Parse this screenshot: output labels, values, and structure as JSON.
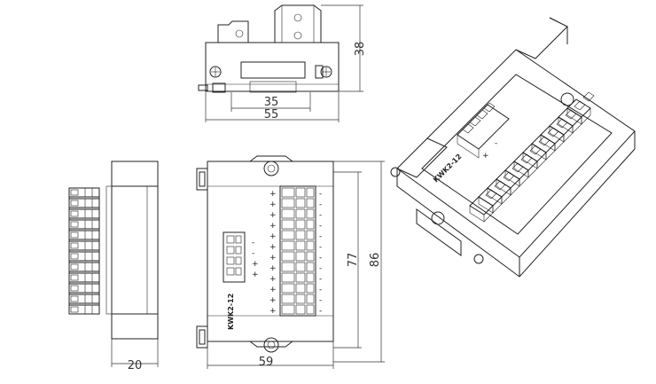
{
  "dimensions": {
    "top_height": "38",
    "top_inner_width": "35",
    "top_outer_width": "55",
    "side_width": "20",
    "front_width": "59",
    "front_inner_height": "77",
    "front_outer_height": "86"
  },
  "model_label": "KWK2-12",
  "terminal_symbols": {
    "plus": "+",
    "minus": "-"
  },
  "front_io_symbols": [
    "-",
    "-",
    "+",
    "+"
  ],
  "iso_symbols": [
    "+",
    "-"
  ]
}
